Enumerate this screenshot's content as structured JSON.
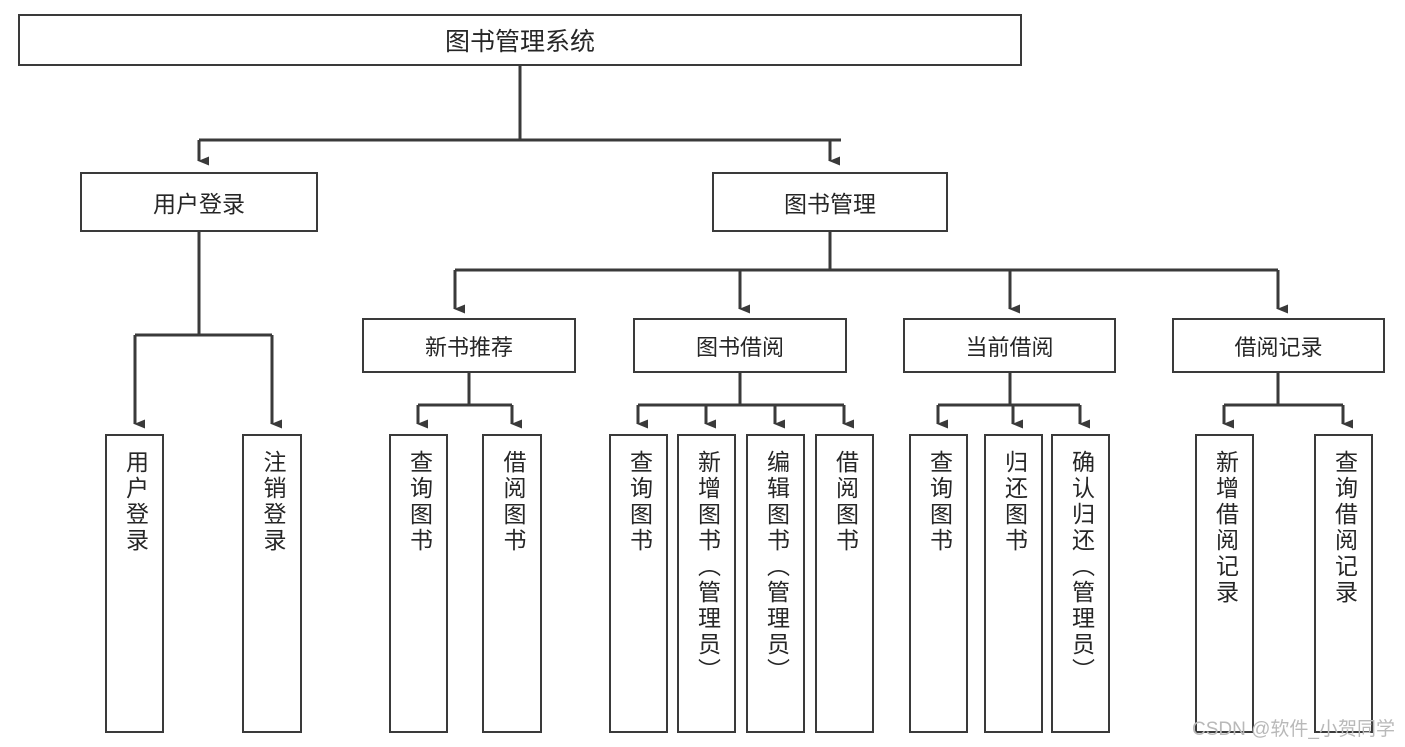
{
  "diagram": {
    "title": "图书管理系统",
    "watermark": "CSDN @软件_小贺同学",
    "line_color": "#3a3a3a",
    "box_border_color": "#3a3a3a",
    "box_fill_color": "#ffffff",
    "text_color": "#262626",
    "background": "#ffffff"
  },
  "nodes": {
    "root": {
      "label": "图书管理系统"
    },
    "level2": [
      {
        "label": "用户登录"
      },
      {
        "label": "图书管理"
      }
    ],
    "level3": [
      {
        "label": "新书推荐"
      },
      {
        "label": "图书借阅"
      },
      {
        "label": "当前借阅"
      },
      {
        "label": "借阅记录"
      }
    ],
    "leaves": {
      "user_login": [
        {
          "label": "用户登录"
        },
        {
          "label": "注销登录"
        }
      ],
      "new_book_recommend": [
        {
          "label": "查询图书"
        },
        {
          "label": "借阅图书"
        }
      ],
      "book_borrow": [
        {
          "label": "查询图书"
        },
        {
          "label": "新增图书（管理员）"
        },
        {
          "label": "编辑图书（管理员）"
        },
        {
          "label": "借阅图书"
        }
      ],
      "current_borrow": [
        {
          "label": "查询图书"
        },
        {
          "label": "归还图书"
        },
        {
          "label": "确认归还（管理员）"
        }
      ],
      "borrow_record": [
        {
          "label": "新增借阅记录"
        },
        {
          "label": "查询借阅记录"
        }
      ]
    }
  },
  "chart_data": {
    "type": "table",
    "title": "图书管理系统 功能结构图",
    "structure": [
      {
        "level": 1,
        "label": "图书管理系统",
        "children": [
          {
            "level": 2,
            "label": "用户登录",
            "children": [
              {
                "level": 3,
                "label": "用户登录"
              },
              {
                "level": 3,
                "label": "注销登录"
              }
            ]
          },
          {
            "level": 2,
            "label": "图书管理",
            "children": [
              {
                "level": 3,
                "label": "新书推荐",
                "children": [
                  {
                    "level": 4,
                    "label": "查询图书"
                  },
                  {
                    "level": 4,
                    "label": "借阅图书"
                  }
                ]
              },
              {
                "level": 3,
                "label": "图书借阅",
                "children": [
                  {
                    "level": 4,
                    "label": "查询图书"
                  },
                  {
                    "level": 4,
                    "label": "新增图书（管理员）"
                  },
                  {
                    "level": 4,
                    "label": "编辑图书（管理员）"
                  },
                  {
                    "level": 4,
                    "label": "借阅图书"
                  }
                ]
              },
              {
                "level": 3,
                "label": "当前借阅",
                "children": [
                  {
                    "level": 4,
                    "label": "查询图书"
                  },
                  {
                    "level": 4,
                    "label": "归还图书"
                  },
                  {
                    "level": 4,
                    "label": "确认归还（管理员）"
                  }
                ]
              },
              {
                "level": 3,
                "label": "借阅记录",
                "children": [
                  {
                    "level": 4,
                    "label": "新增借阅记录"
                  },
                  {
                    "level": 4,
                    "label": "查询借阅记录"
                  }
                ]
              }
            ]
          }
        ]
      }
    ]
  }
}
